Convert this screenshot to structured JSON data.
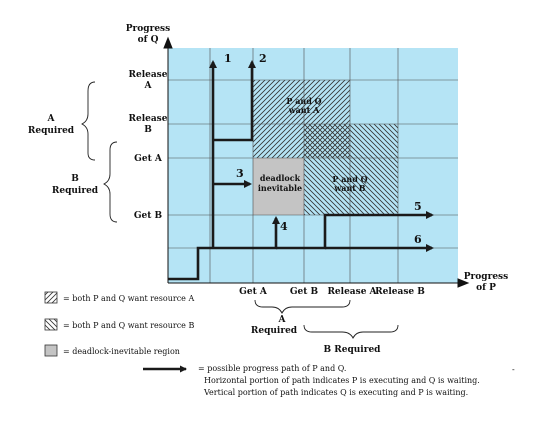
{
  "axes": {
    "y_title_line1": "Progress",
    "y_title_line2": "of Q",
    "x_title_line1": "Progress",
    "x_title_line2": "of P"
  },
  "q_events": {
    "release_a_line1": "Release",
    "release_a_line2": "A",
    "release_b_line1": "Release",
    "release_b_line2": "B",
    "get_a": "Get A",
    "get_b": "Get B"
  },
  "p_events": {
    "get_a": "Get A",
    "get_b": "Get B",
    "release_a": "Release A",
    "release_b": "Release B"
  },
  "left_braces": {
    "a_line1": "A",
    "a_line2": "Required",
    "b_line1": "B",
    "b_line2": "Required"
  },
  "bottom_braces": {
    "a_line1": "A",
    "a_line2": "Required",
    "b": "B Required"
  },
  "regions": {
    "a_line1": "P and Q",
    "a_line2": "want A",
    "b_line1": "P and Q",
    "b_line2": "want B",
    "deadlock_line1": "deadlock",
    "deadlock_line2": "inevitable"
  },
  "paths": [
    "1",
    "2",
    "3",
    "4",
    "5",
    "6"
  ],
  "legend": {
    "a": "= both P and Q want resource A",
    "b": "= both P and Q want resource B",
    "deadlock": "= deadlock-inevitable region",
    "path_line1": "= possible progress path of P and Q.",
    "path_line2": "Horizontal portion of path indicates P is executing and Q is waiting.",
    "path_line3": "Vertical portion of path indicates Q is executing and P is waiting."
  },
  "colors": {
    "background": "#b5e4f5",
    "grid": "#4d4d4d",
    "deadlock": "#c4c4c4",
    "path": "#1a1a1a"
  },
  "stray_mark": "-"
}
